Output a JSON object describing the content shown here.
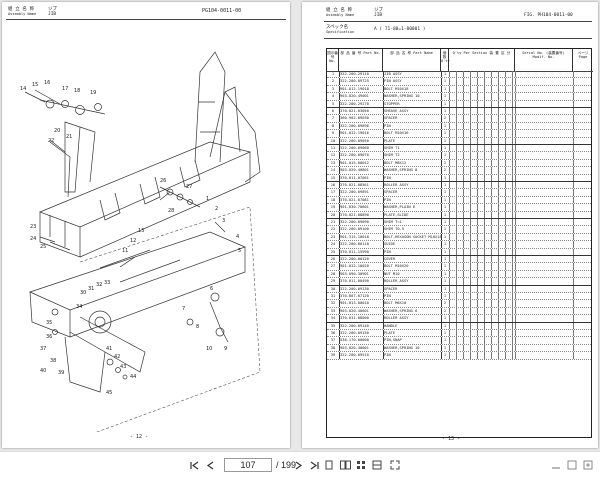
{
  "left_page": {
    "header": {
      "assembly_jp": "組 立 名 称",
      "assembly_en": "Assembly Name",
      "assembly_value": "ジブ",
      "assembly_value2": "JIB",
      "doc_code": "PG104-0011-00"
    },
    "page_number": "- 12 -"
  },
  "right_page": {
    "header": {
      "assembly_jp": "組 立 名 称",
      "assembly_en": "Assembly Name",
      "assembly_value": "ジブ",
      "assembly_value2": "JIB",
      "spec_jp": "スペック名",
      "spec_en": "Specification",
      "spec_value": "A  ( 71-80=1-80001      )",
      "fig_code": "FIG. PH104-0011-00"
    },
    "columns": {
      "no": "図示番号\nNo.",
      "part_no": "部 品 番 号\nPart   No.",
      "part_name": "部 品 名 称\nPart   Name",
      "qty": "個数\nQ'ty",
      "section": "Q'ty Per Section\n装 置 区 分",
      "serial": "Serial No.\n(装置番号)\nModif. No.",
      "page": "ページ\nPage"
    },
    "rows": [
      {
        "no": "1",
        "part": "322-200-29110",
        "name": "JIB ASSY",
        "qty": "1",
        "grp": false
      },
      {
        "no": "2",
        "part": "322-200-09725",
        "name": "PIN ASSY",
        "qty": "1",
        "grp": false
      },
      {
        "no": "3",
        "part": "901-012-19018",
        "name": "BOLT M10X18",
        "qty": "1",
        "grp": false
      },
      {
        "no": "4",
        "part": "903-020-49001",
        "name": "WASHER,SPRING 10",
        "qty": "1",
        "grp": false
      },
      {
        "no": "5",
        "part": "322-200-29270",
        "name": "STOPPER",
        "qty": "1",
        "grp": true
      },
      {
        "no": "6",
        "part": "370-021-03050",
        "name": "SHEAVE ASSY",
        "qty": "1",
        "grp": false
      },
      {
        "no": "7",
        "part": "360-902-09030",
        "name": "SPACER",
        "qty": "2",
        "grp": false
      },
      {
        "no": "8",
        "part": "322-200-09896",
        "name": "PIN",
        "qty": "1",
        "grp": false
      },
      {
        "no": "9",
        "part": "901-012-19016",
        "name": "BOLT M10X16",
        "qty": "1",
        "grp": false
      },
      {
        "no": "10",
        "part": "322-200-09050",
        "name": "PLATE",
        "qty": "1",
        "grp": true
      },
      {
        "no": "11",
        "part": "322-200-09060",
        "name": "SHIM T1",
        "qty": "1",
        "grp": false
      },
      {
        "no": "12",
        "part": "322-200-09070",
        "name": "SHIM T2",
        "qty": "1",
        "grp": false
      },
      {
        "no": "13",
        "part": "901-015-00012",
        "name": "BOLT M8X12",
        "qty": "2",
        "grp": false
      },
      {
        "no": "14",
        "part": "903-020-40801",
        "name": "WASHER,SPRING 8",
        "qty": "2",
        "grp": false
      },
      {
        "no": "15",
        "part": "370-011-07061",
        "name": "PIN",
        "qty": "1",
        "grp": true
      },
      {
        "no": "16",
        "part": "370-021-08561",
        "name": "ROLLER ASSY",
        "qty": "1",
        "grp": false
      },
      {
        "no": "17",
        "part": "322-200-09891",
        "name": "SPACER",
        "qty": "1",
        "grp": false
      },
      {
        "no": "18",
        "part": "370-021-07081",
        "name": "PIN",
        "qty": "1",
        "grp": false
      },
      {
        "no": "19",
        "part": "901-030-70601",
        "name": "WASHER,PLAIN 6",
        "qty": "1",
        "grp": false
      },
      {
        "no": "20",
        "part": "370-021-08890",
        "name": "PLATE,SLIDE",
        "qty": "1",
        "grp": true
      },
      {
        "no": "21",
        "part": "322-200-09090",
        "name": "SHIM T=1",
        "qty": "1",
        "grp": false
      },
      {
        "no": "22",
        "part": "322-200-09100",
        "name": "SHIM T0.5",
        "qty": "1",
        "grp": false
      },
      {
        "no": "23",
        "part": "901-315-10018",
        "name": "BOLT,HEXAGON SOCKET M10X18",
        "qty": "1",
        "grp": false
      },
      {
        "no": "24",
        "part": "322-200-00110",
        "name": "GUIDE",
        "qty": "1",
        "grp": false
      },
      {
        "no": "25",
        "part": "370-011-15990",
        "name": "PIN",
        "qty": "1",
        "grp": true
      },
      {
        "no": "26",
        "part": "322-200-00120",
        "name": "COVER",
        "qty": "1",
        "grp": false
      },
      {
        "no": "27",
        "part": "901-012-10020",
        "name": "BOLT M10X20",
        "qty": "1",
        "grp": false
      },
      {
        "no": "28",
        "part": "903-090-30901",
        "name": "NUT M10",
        "qty": "1",
        "grp": false
      },
      {
        "no": "29",
        "part": "370-011-00490",
        "name": "ROLLER ASSY",
        "qty": "1",
        "grp": true
      },
      {
        "no": "30",
        "part": "322-200-09130",
        "name": "SPACER",
        "qty": "1",
        "grp": false
      },
      {
        "no": "31",
        "part": "370-007-07120",
        "name": "PIN",
        "qty": "1",
        "grp": false
      },
      {
        "no": "32",
        "part": "901-013-00010",
        "name": "BOLT M6X10",
        "qty": "2",
        "grp": false
      },
      {
        "no": "33",
        "part": "903-020-40601",
        "name": "WASHER,SPRING 6",
        "qty": "2",
        "grp": false
      },
      {
        "no": "34",
        "part": "370-011-08000",
        "name": "ROLLER ASSY",
        "qty": "1",
        "grp": true
      },
      {
        "no": "35",
        "part": "322-200-09140",
        "name": "HANDLE",
        "qty": "1",
        "grp": false
      },
      {
        "no": "36",
        "part": "322-200-09150",
        "name": "PLATE",
        "qty": "1",
        "grp": false
      },
      {
        "no": "37",
        "part": "538-170-00000",
        "name": "PIN,SNAP",
        "qty": "1",
        "grp": false
      },
      {
        "no": "38",
        "part": "903-020-40001",
        "name": "WASHER,SPRING 10",
        "qty": "1",
        "grp": false
      },
      {
        "no": "39",
        "part": "322-200-09510",
        "name": "PIN",
        "qty": "1",
        "grp": false
      }
    ],
    "page_number": "- 13 -"
  },
  "toolbar": {
    "current_page": "107",
    "total_pages": "/ 199"
  },
  "callouts": [
    "1",
    "2",
    "3",
    "4",
    "5",
    "6",
    "7",
    "8",
    "9",
    "10",
    "11",
    "12",
    "13",
    "14",
    "15",
    "16",
    "17",
    "18",
    "19",
    "20",
    "21",
    "22",
    "23",
    "24",
    "25",
    "26",
    "27",
    "28",
    "29",
    "30",
    "31",
    "32",
    "33",
    "34",
    "35",
    "36",
    "37",
    "38",
    "39",
    "40",
    "41",
    "42",
    "43",
    "44",
    "45"
  ]
}
